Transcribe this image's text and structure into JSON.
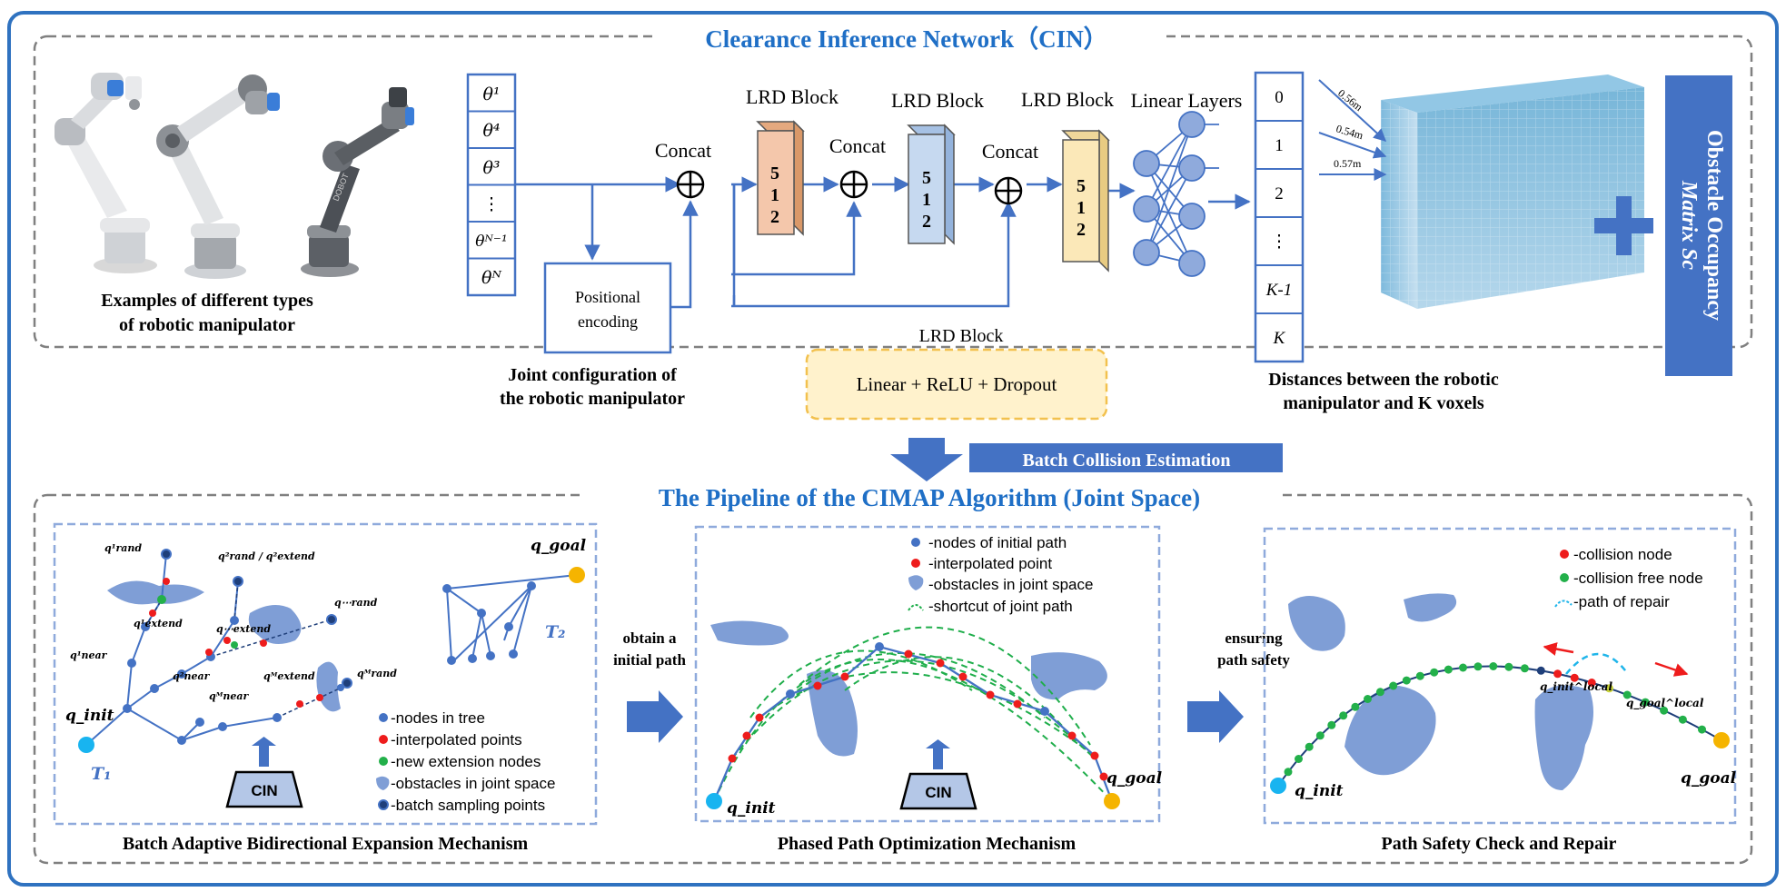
{
  "top": {
    "title": "Clearance Inference Network（CIN）",
    "robots_caption": [
      "Examples of different types",
      "of robotic manipulator"
    ],
    "joint_vector": [
      "θ¹",
      "θ⁴",
      "θ³",
      "⋮",
      "θᴺ⁻¹",
      "θᴺ"
    ],
    "joint_caption": [
      "Joint configuration of",
      "the robotic manipulator"
    ],
    "positional_encoding": [
      "Positional",
      "encoding"
    ],
    "concat_label": "Concat",
    "lrd_block_label": "LRD Block",
    "block_digits": [
      "5",
      "1",
      "2"
    ],
    "linear_layers_label": "Linear Layers",
    "lrd_legend_title": "LRD Block",
    "lrd_legend_text": "Linear + ReLU + Dropout",
    "output_vector": [
      "0",
      "1",
      "2",
      "⋮",
      "K-1",
      "K"
    ],
    "output_caption": [
      "Distances between the robotic",
      "manipulator and K voxels"
    ],
    "distances": [
      "0.56m",
      "0.54m",
      "0.57m"
    ],
    "obstacle_matrix": [
      "Obstacle Occupancy",
      "Matrix Sc"
    ],
    "robot_brand": "DOBOT"
  },
  "transfer": {
    "label": "Batch Collision Estimation"
  },
  "bottom": {
    "title": "The Pipeline of the CIMAP Algorithm (Joint Space)",
    "panel1": {
      "caption": "Batch Adaptive Bidirectional Expansion Mechanism",
      "legend": [
        "-nodes in tree",
        "-interpolated points",
        "-new extension nodes",
        "-obstacles in joint space",
        "-batch sampling points"
      ],
      "cin": "CIN",
      "tree1": "T₁",
      "tree2": "T₂",
      "q_init": "q_init",
      "q_goal": "q_goal",
      "labels": [
        "q¹rand",
        "q²rand / q²extend",
        "q¹extend",
        "q⋯extend",
        "q⋯rand",
        "q¹near",
        "q²near",
        "qᴹnear",
        "qᴹextend",
        "qᴹrand"
      ]
    },
    "arrow1": [
      "obtain a",
      "initial path"
    ],
    "panel2": {
      "caption": "Phased Path Optimization Mechanism",
      "legend": [
        "-nodes of initial path",
        "-interpolated point",
        "-obstacles in joint space",
        "-shortcut of joint path"
      ],
      "cin": "CIN",
      "q_init": "q_init",
      "q_goal": "q_goal"
    },
    "arrow2": [
      "ensuring",
      "path safety"
    ],
    "panel3": {
      "caption": "Path Safety Check and Repair",
      "legend": [
        "-collision node",
        "-collision free node",
        "-path of repair"
      ],
      "q_init": "q_init",
      "q_goal": "q_goal",
      "q_init_local": "q_init^local",
      "q_goal_local": "q_goal^local"
    }
  },
  "colors": {
    "title_blue": "#1f6fc6",
    "frame_blue": "#2f72c0",
    "node_blue": "#4472c4",
    "obstacle": "#7f9ed6",
    "interp_red": "#ee1c1c",
    "ext_green": "#23b04a",
    "path_green": "#1fae4b",
    "goal_yellow": "#f5b400",
    "init_cyan": "#18b4f0",
    "repair_cyan": "#1fb5ea",
    "block_orange": "#f4c7ab",
    "block_blue": "#c6d9f0",
    "block_yellow": "#fbe8b8",
    "obstacle_matrix_bg": "#4472c4",
    "lrd_legend_bg": "#fff2cc"
  }
}
